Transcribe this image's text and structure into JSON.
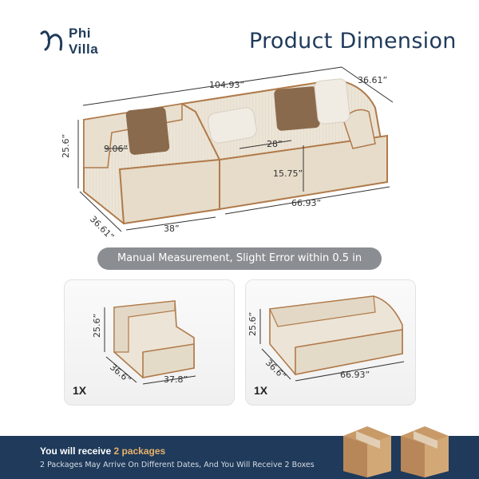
{
  "brand": {
    "line1": "Phi",
    "line2": "Villa"
  },
  "title": "Product Dimension",
  "main_dimensions": {
    "total_width": "104.93”",
    "depth": "36.61”",
    "height": "25.6”",
    "arm_width": "9.06”",
    "seat_depth": "28”",
    "seat_height": "15.75”",
    "left_depth": "36.61”",
    "left_width": "38”",
    "right_width": "66.93”"
  },
  "notice": "Manual Measurement, Slight Error within 0.5 in",
  "packages": [
    {
      "height": "25.6”",
      "depth": "36.6”",
      "width": "37.8”",
      "qty": "1X"
    },
    {
      "height": "25.6”",
      "depth": "36.6”",
      "width": "66.93”",
      "qty": "1X"
    }
  ],
  "footer": {
    "title_prefix": "You will receive ",
    "title_highlight": "2 packages",
    "subtitle": "2 Packages May Arrive On Different Dates, And You Will Receive 2 Boxes"
  },
  "colors": {
    "navy": "#1f3a5a",
    "accent": "#e8b26a",
    "fabric": "#ece4d6",
    "piping": "#b07a4a",
    "pill": "#8a8d91"
  }
}
